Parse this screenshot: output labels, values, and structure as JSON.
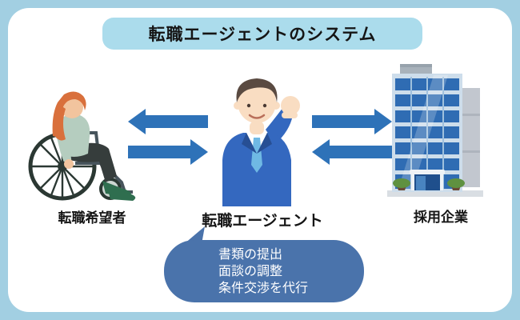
{
  "title": "転職エージェントのシステム",
  "actors": {
    "seeker": {
      "label": "転職希望者",
      "icon": "wheelchair-user-illustration"
    },
    "agent": {
      "label": "転職エージェント",
      "icon": "business-agent-illustration"
    },
    "company": {
      "label": "採用企業",
      "icon": "office-building-illustration"
    }
  },
  "arrows": {
    "seeker_agent": "bidirectional",
    "agent_company": "bidirectional"
  },
  "bubble": {
    "lines": [
      "書類の提出",
      "面談の調整",
      "条件交渉を代行"
    ]
  },
  "colors": {
    "background": "#a2cfe2",
    "panel": "#ffffff",
    "title_bg": "#abdcec",
    "arrow": "#2e72b8",
    "bubble_bg": "#4a73ab",
    "bubble_text": "#ffffff"
  }
}
